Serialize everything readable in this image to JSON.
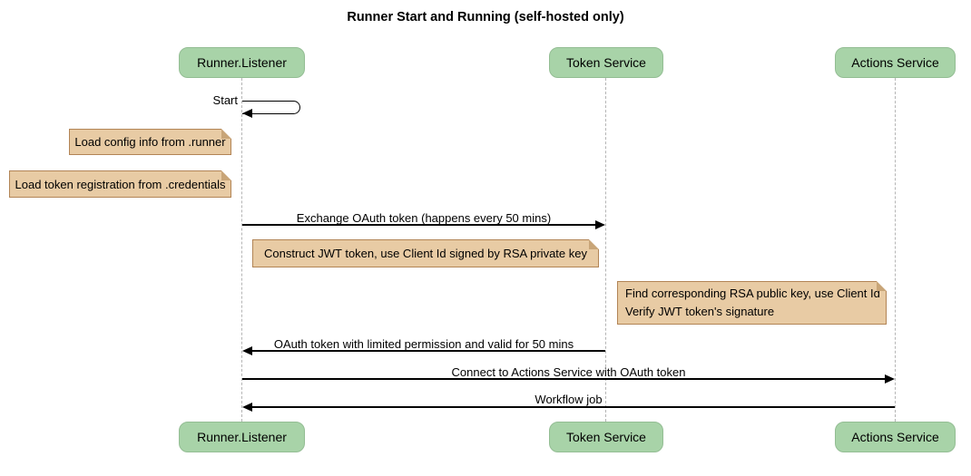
{
  "title": "Runner Start and Running (self-hosted only)",
  "colors": {
    "participant_fill": "#a8d3a8",
    "participant_border": "#93bd93",
    "note_fill": "#e8cba4",
    "note_border": "#b28455",
    "lifeline": "#b5b5b5",
    "arrow": "#000000",
    "background": "#ffffff"
  },
  "participants": [
    {
      "label": "Runner.Listener"
    },
    {
      "label": "Token Service"
    },
    {
      "label": "Actions Service"
    }
  ],
  "self_message": {
    "label": "Start",
    "on": "Runner.Listener"
  },
  "notes": [
    {
      "text": "Load config info from .runner",
      "side": "left of Runner.Listener"
    },
    {
      "text": "Load token registration from .credentials",
      "side": "left of Runner.Listener"
    },
    {
      "text": "Construct JWT token, use Client Id signed by RSA private key",
      "side": "over Runner.Listener and Token Service"
    },
    {
      "line1": "Find corresponding RSA public key, use Client Id",
      "line2": "Verify JWT token's signature",
      "side": "over Token Service and Actions Service"
    }
  ],
  "messages": [
    {
      "label": "Exchange OAuth token (happens every 50 mins)",
      "from": "Runner.Listener",
      "to": "Token Service",
      "direction": "right"
    },
    {
      "label": "OAuth token with limited permission and valid for 50 mins",
      "from": "Token Service",
      "to": "Runner.Listener",
      "direction": "left"
    },
    {
      "label": "Connect to Actions Service with OAuth token",
      "from": "Runner.Listener",
      "to": "Actions Service",
      "direction": "right"
    },
    {
      "label": "Workflow job",
      "from": "Actions Service",
      "to": "Runner.Listener",
      "direction": "left"
    }
  ]
}
